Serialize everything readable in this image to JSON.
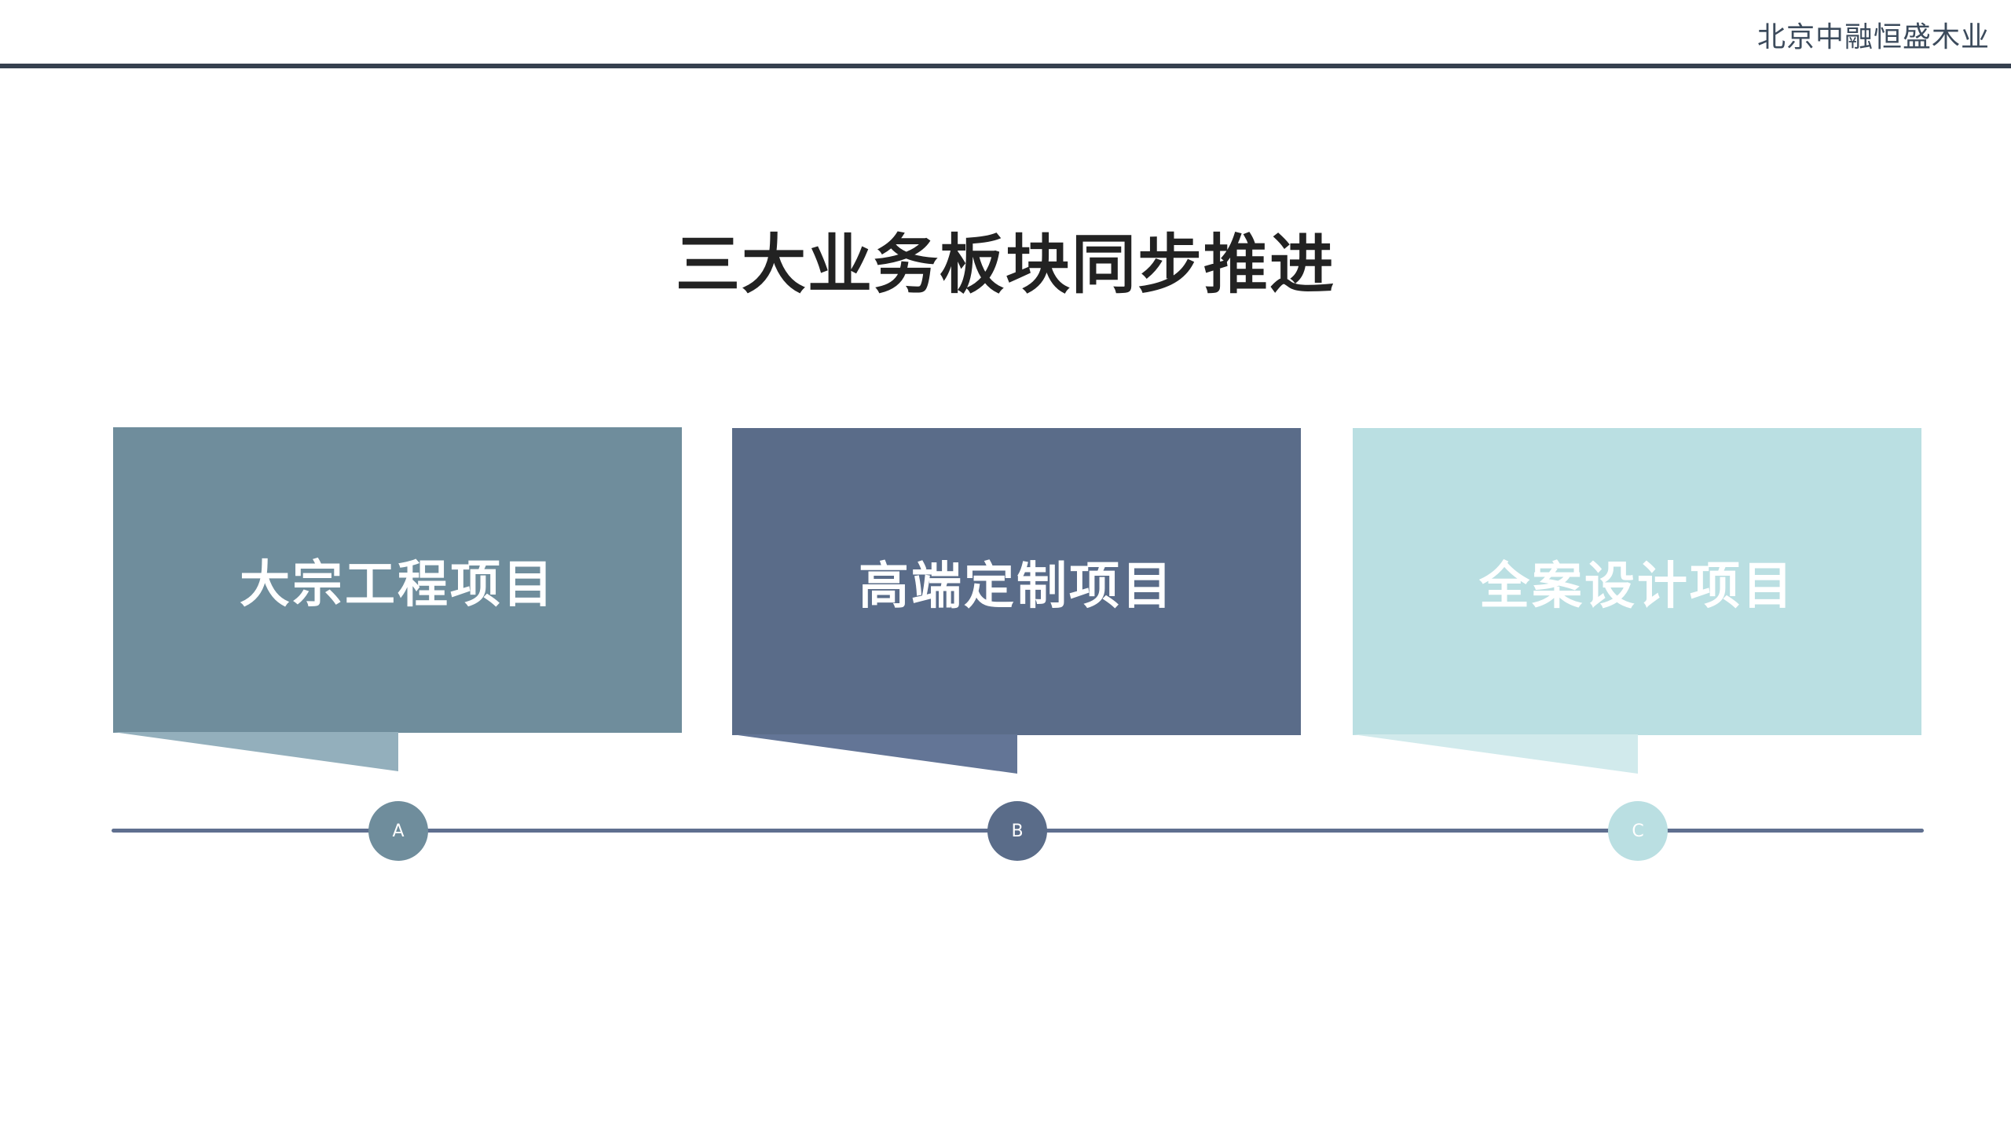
{
  "header": {
    "company": "北京中融恒盛木业"
  },
  "title": "三大业务板块同步推进",
  "cards": [
    {
      "label": "大宗工程项目",
      "marker": "A",
      "color": "#6f8d9c",
      "tail_color": "#93afbc"
    },
    {
      "label": "高端定制项目",
      "marker": "B",
      "color": "#5a6c89",
      "tail_color": "#637596"
    },
    {
      "label": "全案设计项目",
      "marker": "C",
      "color": "#badfe2",
      "tail_color": "#d1eaec"
    }
  ]
}
